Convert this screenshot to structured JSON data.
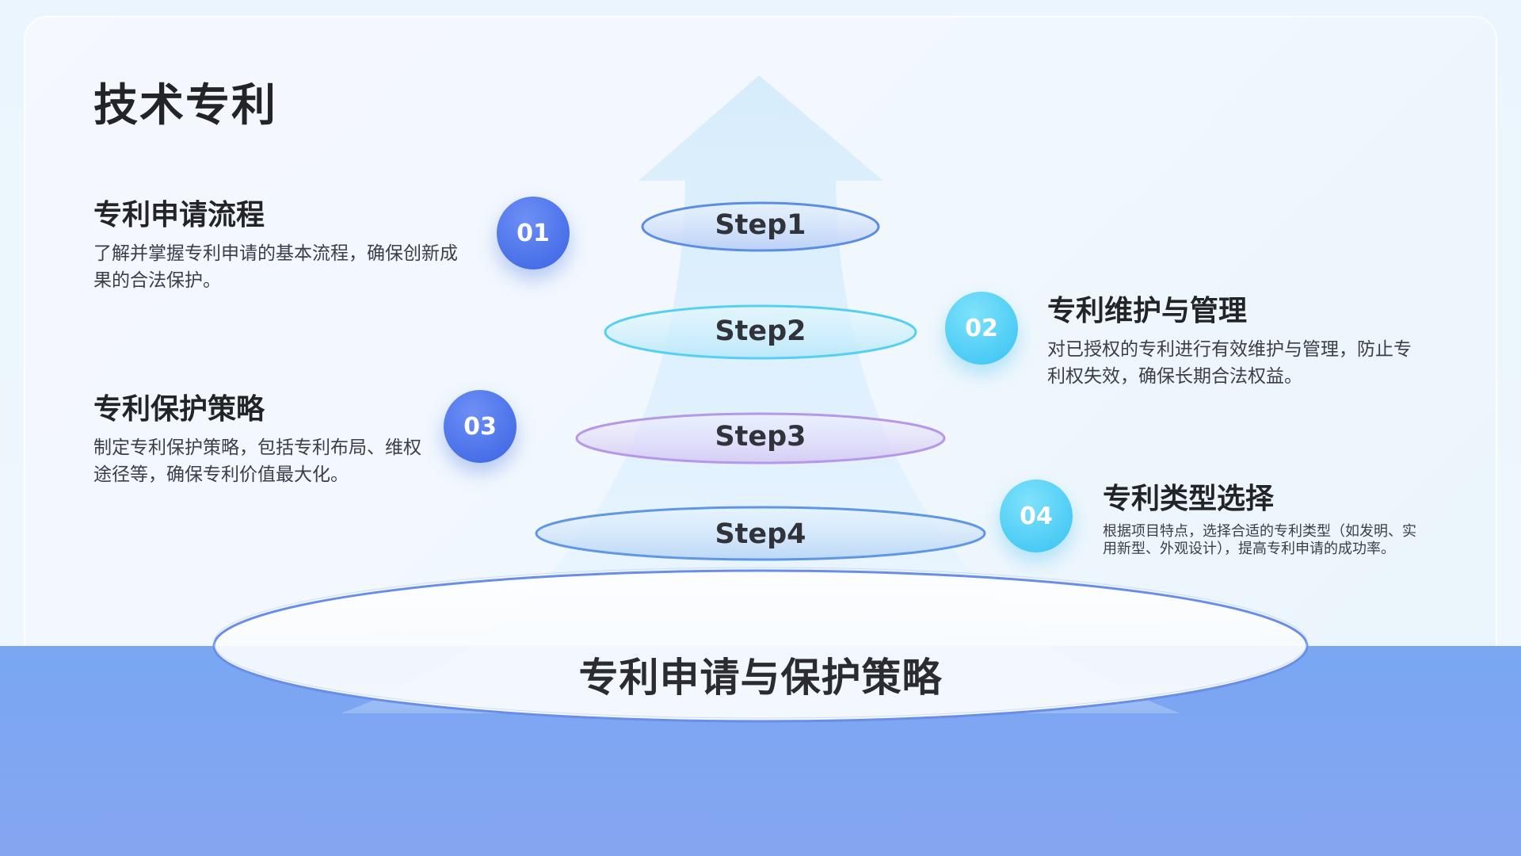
{
  "page": {
    "title": "技术专利",
    "base_label": "专利申请与保护策略"
  },
  "steps": [
    "Step1",
    "Step2",
    "Step3",
    "Step4"
  ],
  "items": [
    {
      "number": "01",
      "title": "专利申请流程",
      "description": "了解并掌握专利申请的基本流程，确保创新成果的合法保护。"
    },
    {
      "number": "02",
      "title": "专利维护与管理",
      "description": "对已授权的专利进行有效维护与管理，防止专利权失效，确保长期合法权益。"
    },
    {
      "number": "03",
      "title": "专利保护策略",
      "description": "制定专利保护策略，包括专利布局、维权途径等，确保专利价值最大化。"
    },
    {
      "number": "04",
      "title": "专利类型选择",
      "description": "根据项目特点，选择合适的专利类型（如发明、实用新型、外观设计），提高专利申请的成功率。"
    }
  ],
  "colors": {
    "accent_blue": "#3a63e3",
    "accent_cyan": "#36c2f3",
    "band": "#7ea6f2",
    "title_text": "#222428"
  }
}
